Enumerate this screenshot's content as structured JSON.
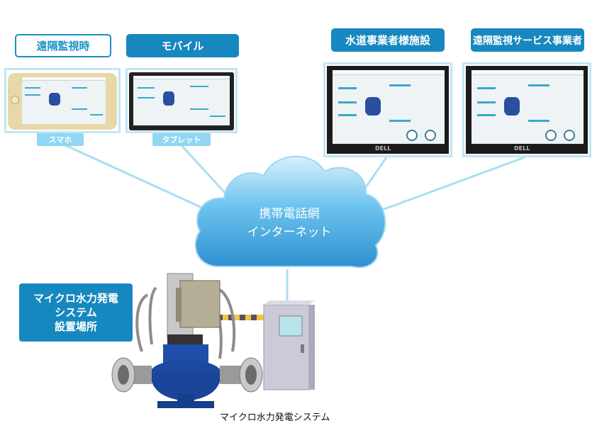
{
  "labels": {
    "remote_monitoring": "遠隔監視時",
    "mobile": "モバイル",
    "water_utility": "水道事業者様施設",
    "service_provider": "遠隔監視サービス事業者"
  },
  "device_tags": {
    "smartphone": "スマホ",
    "tablet": "タブレット"
  },
  "cloud": {
    "line1": "携帯電話網",
    "line2": "インターネット"
  },
  "site": {
    "line1": "マイクロ水力発電",
    "line2": "システム",
    "line3": "設置場所"
  },
  "caption": "マイクロ水力発電システム",
  "monitor_brand": "DELL",
  "colors": {
    "accent": "#1788bf",
    "light_accent": "#8fd7f2",
    "cloud": "#5ab8e8",
    "pump_blue": "#1f4fa8",
    "cabinet": "#c9c5d6"
  }
}
